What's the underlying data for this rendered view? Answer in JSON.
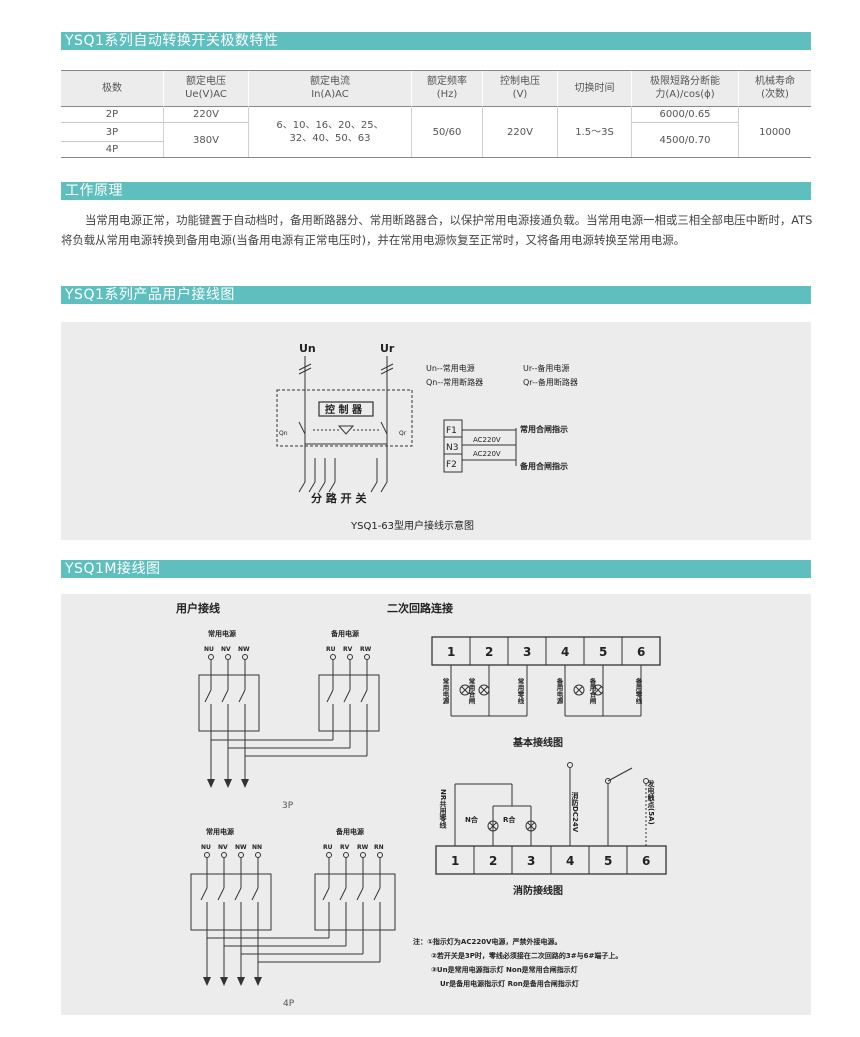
{
  "sections": {
    "spec_title": "YSQ1系列自动转换开关极数特性",
    "principle_title": "工作原理",
    "ysq1_wiring_title": "YSQ1系列产品用户接线图",
    "ysq1m_wiring_title": "YSQ1M接线图"
  },
  "spec_table": {
    "headers": [
      "极数",
      "额定电压\nUe(V)AC",
      "额定电流\nIn(A)AC",
      "额定频率\n(Hz)",
      "控制电压\n(V)",
      "切换时间",
      "极限短路分断能\n力(A)/cos(ϕ)",
      "机械寿命\n(次数)"
    ],
    "poles": [
      "2P",
      "3P",
      "4P"
    ],
    "voltage_2p": "220V",
    "voltage_34p": "380V",
    "current": "6、10、16、20、25、\n32、40、50、63",
    "frequency": "50/60",
    "control_voltage": "220V",
    "switch_time": "1.5～3S",
    "breaking_2p": "6000/0.65",
    "breaking_34p": "4500/0.70",
    "life": "10000"
  },
  "principle_text": "当常用电源正常，功能键置于自动档时，备用断路器分、常用断路器合，以保护常用电源接通负载。当常用电源一相或三相全部电压中断时，ATS将负载从常用电源转换到备用电源(当备用电源有正常电压时)，并在常用电源恢复至正常时，又将备用电源转换至常用电源。",
  "ysq1_diagram": {
    "un": "Un",
    "ur": "Ur",
    "controller": "控 制 器",
    "qn": "Qn",
    "qr": "Qr",
    "branch_switch": "分 路 开 关",
    "legend": [
      "Un--常用电源",
      "Ur--备用电源",
      "Qn--常用断路器",
      "Qr--备用断路器"
    ],
    "terminals": [
      "F1",
      "N3",
      "F2"
    ],
    "ac1": "AC220V",
    "ac2": "AC220V",
    "normal_close": "常用合闸指示",
    "backup_close": "备用合闸指示",
    "caption": "YSQ1-63型用户接线示意图"
  },
  "ysq1m_diagram": {
    "user_wiring": "用户接线",
    "secondary": "二次回路连接",
    "normal_power": "常用电源",
    "backup_power": "备用电源",
    "p3_normal_terms": [
      "NU",
      "NV",
      "NW"
    ],
    "p3_backup_terms": [
      "RU",
      "RV",
      "RW"
    ],
    "p3_label": "3P",
    "p4_normal_terms": [
      "NU",
      "NV",
      "NW",
      "NN"
    ],
    "p4_backup_terms": [
      "RU",
      "RV",
      "RW",
      "RN"
    ],
    "p4_label": "4P",
    "basic_numbers": [
      "1",
      "2",
      "3",
      "4",
      "5",
      "6"
    ],
    "basic_labels": [
      "常用电源",
      "常用合闸",
      "常用零线",
      "备用电源",
      "备用合闸",
      "备用零线"
    ],
    "basic_caption": "基本接线图",
    "fire_numbers": [
      "1",
      "2",
      "3",
      "4",
      "5",
      "6"
    ],
    "fire_nr": "NR共用零线",
    "fire_n": "N合",
    "fire_r": "R合",
    "fire_dc": "消防DC24V",
    "fire_gen": "发电触点(5A)",
    "fire_caption": "消防接线图",
    "notes": [
      "注：①指示灯为AC220V电源，严禁外接电源。",
      "②若开关是3P时，零线必须接在二次回路的3#与6#端子上。",
      "③Un是常用电源指示灯    Non是常用合闸指示灯",
      "Ur是备用电源指示灯    Ron是备用合闸指示灯"
    ]
  },
  "colors": {
    "accent": "#5fbfbf",
    "panel": "#ececec"
  }
}
